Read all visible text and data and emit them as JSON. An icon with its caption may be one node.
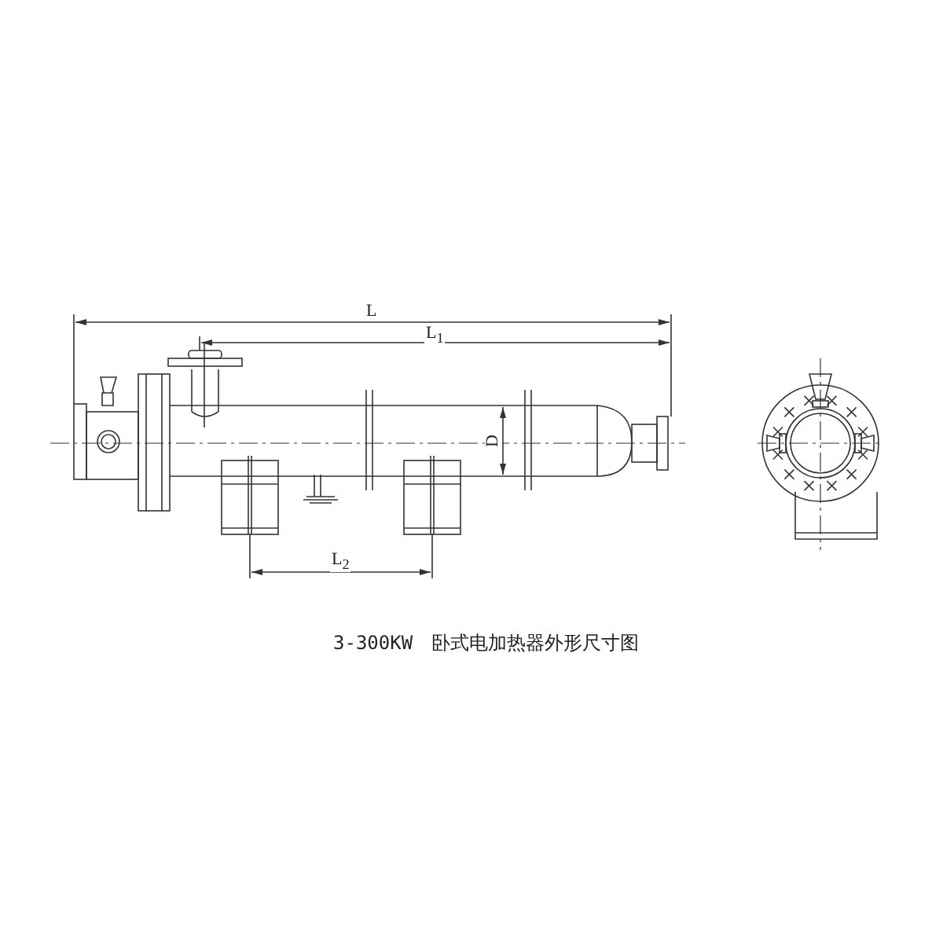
{
  "diagram": {
    "caption": "3-300KW　卧式电加热器外形尺寸图",
    "labels": [
      "L",
      "L$_{1}$",
      "D",
      "L$_{2}$"
    ]
  }
}
